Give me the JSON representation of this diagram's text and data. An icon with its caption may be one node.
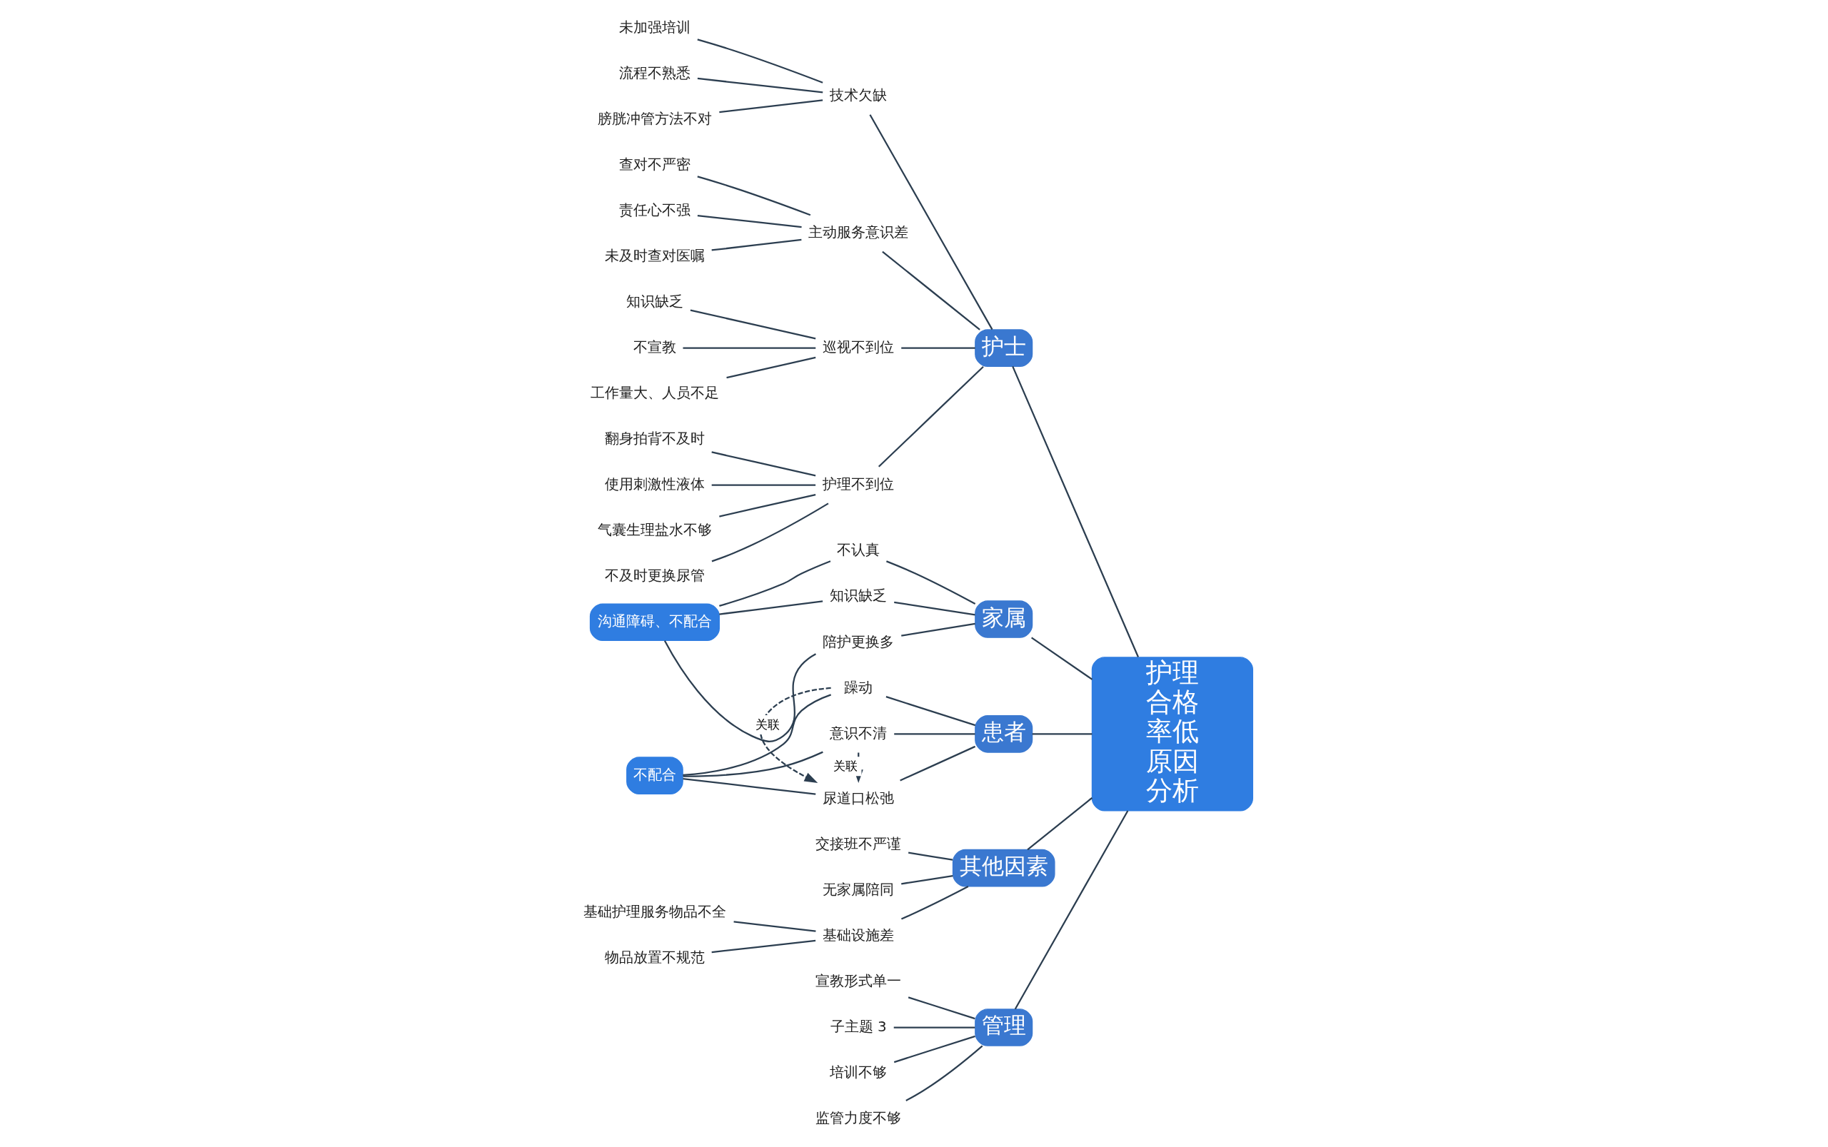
{
  "diagram": {
    "nodes": [
      {
        "text": [
          "护理合格率低原因分析"
        ]
      },
      {
        "text": [
          "护士"
        ]
      },
      {
        "text": [
          "技术欠缺"
        ]
      },
      {
        "text": [
          "未加强培训"
        ]
      },
      {
        "text": [
          "流程不熟悉"
        ]
      },
      {
        "text": [
          "膀胱冲管方法不对"
        ]
      },
      {
        "text": [
          "主动服务意识差"
        ]
      },
      {
        "text": [
          "查对不严密"
        ]
      },
      {
        "text": [
          "责任心不强"
        ]
      },
      {
        "text": [
          "未及时查对医嘱"
        ]
      },
      {
        "text": [
          "巡视不到位"
        ]
      },
      {
        "text": [
          "知识缺乏"
        ]
      },
      {
        "text": [
          "不宣教"
        ]
      },
      {
        "text": [
          "工作量大、人员不足"
        ]
      },
      {
        "text": [
          "护理不到位"
        ]
      },
      {
        "text": [
          "翻身拍背不及时"
        ]
      },
      {
        "text": [
          "使用刺激性液体"
        ]
      },
      {
        "text": [
          "气囊生理盐水不够"
        ]
      },
      {
        "text": [
          "不及时更换尿管"
        ]
      },
      {
        "text": [
          "家属"
        ]
      },
      {
        "text": [
          "不认真"
        ]
      },
      {
        "text": [
          "知识缺乏"
        ]
      },
      {
        "text": [
          "陪护更换多"
        ]
      },
      {
        "text": [
          "沟通障碍、不配合"
        ]
      },
      {
        "text": [
          "患者"
        ]
      },
      {
        "text": [
          "躁动"
        ]
      },
      {
        "text": [
          "意识不清"
        ]
      },
      {
        "text": [
          "尿道口松弛"
        ]
      },
      {
        "text": [
          "不配合"
        ]
      },
      {
        "text": [
          "其他因素"
        ]
      },
      {
        "text": [
          "交接班不严谨"
        ]
      },
      {
        "text": [
          "无家属陪同"
        ]
      },
      {
        "text": [
          "基础设施差"
        ]
      },
      {
        "text": [
          "基础护理服务物品不全"
        ]
      },
      {
        "text": [
          "物品放置不规范"
        ]
      },
      {
        "text": [
          "管理"
        ]
      },
      {
        "text": [
          "宣教形式单一"
        ]
      },
      {
        "text": [
          "子主题 3"
        ]
      },
      {
        "text": [
          "培训不够"
        ]
      },
      {
        "text": [
          "监管力度不够"
        ]
      }
    ],
    "edges": [
      {
        "from": 1,
        "to": 0,
        "arrow": "none"
      },
      {
        "from": 2,
        "to": 1,
        "arrow": "none"
      },
      {
        "from": 3,
        "to": 2,
        "arrow": "none"
      },
      {
        "from": 4,
        "to": 2,
        "arrow": "none"
      },
      {
        "from": 5,
        "to": 2,
        "arrow": "none"
      },
      {
        "from": 6,
        "to": 1,
        "arrow": "none"
      },
      {
        "from": 7,
        "to": 6,
        "arrow": "none"
      },
      {
        "from": 8,
        "to": 6,
        "arrow": "none"
      },
      {
        "from": 9,
        "to": 6,
        "arrow": "none"
      },
      {
        "from": 10,
        "to": 1,
        "arrow": "none"
      },
      {
        "from": 11,
        "to": 10,
        "arrow": "none"
      },
      {
        "from": 12,
        "to": 10,
        "arrow": "none"
      },
      {
        "from": 13,
        "to": 10,
        "arrow": "none"
      },
      {
        "from": 14,
        "to": 1,
        "arrow": "none"
      },
      {
        "from": 15,
        "to": 14,
        "arrow": "none"
      },
      {
        "from": 16,
        "to": 14,
        "arrow": "none"
      },
      {
        "from": 17,
        "to": 14,
        "arrow": "none"
      },
      {
        "from": 18,
        "to": 14,
        "arrow": "none"
      },
      {
        "from": 19,
        "to": 0,
        "arrow": "none"
      },
      {
        "from": 20,
        "to": 19,
        "arrow": "none"
      },
      {
        "from": 21,
        "to": 19,
        "arrow": "none"
      },
      {
        "from": 22,
        "to": 19,
        "arrow": "none"
      },
      {
        "from": 23,
        "to": 20,
        "arrow": "none"
      },
      {
        "from": 23,
        "to": 21,
        "arrow": "none"
      },
      {
        "from": 23,
        "to": 22,
        "arrow": "none"
      },
      {
        "from": 24,
        "to": 0,
        "arrow": "none"
      },
      {
        "from": 25,
        "to": 24,
        "arrow": "none"
      },
      {
        "from": 26,
        "to": 24,
        "arrow": "none"
      },
      {
        "from": 27,
        "to": 24,
        "arrow": "none"
      },
      {
        "from": 28,
        "to": 25,
        "arrow": "none"
      },
      {
        "from": 28,
        "to": 26,
        "arrow": "none"
      },
      {
        "from": 28,
        "to": 27,
        "arrow": "none"
      },
      {
        "from": 25,
        "to": 27,
        "arrow": "to",
        "label": "关联",
        "style": "dashed"
      },
      {
        "from": 26,
        "to": 27,
        "arrow": "to",
        "label": "关联",
        "style": "dashed"
      },
      {
        "from": 29,
        "to": 0,
        "arrow": "none"
      },
      {
        "from": 30,
        "to": 29,
        "arrow": "none"
      },
      {
        "from": 31,
        "to": 29,
        "arrow": "none"
      },
      {
        "from": 32,
        "to": 29,
        "arrow": "none"
      },
      {
        "from": 33,
        "to": 32,
        "arrow": "none"
      },
      {
        "from": 34,
        "to": 32,
        "arrow": "none"
      },
      {
        "from": 35,
        "to": 0,
        "arrow": "none"
      },
      {
        "from": 36,
        "to": 35,
        "arrow": "none"
      },
      {
        "from": 37,
        "to": 35,
        "arrow": "none"
      },
      {
        "from": 38,
        "to": 35,
        "arrow": "none"
      },
      {
        "from": 39,
        "to": 35,
        "arrow": "none"
      }
    ]
  }
}
